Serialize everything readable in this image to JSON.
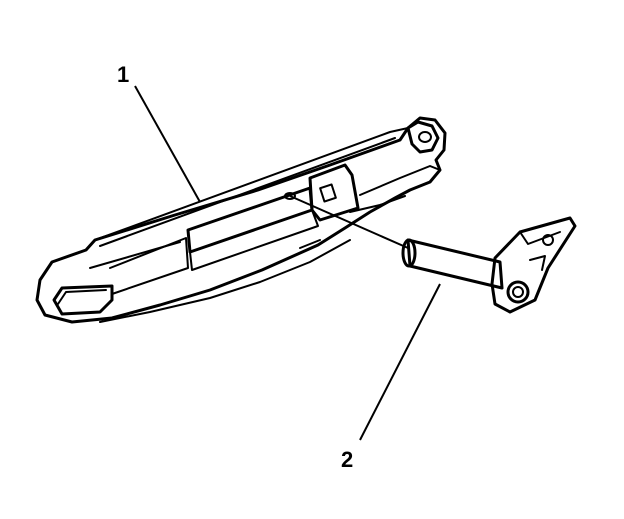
{
  "callouts": [
    {
      "number": "1",
      "part": "seat-track-assembly"
    },
    {
      "number": "2",
      "part": "pin-with-bracket"
    }
  ]
}
